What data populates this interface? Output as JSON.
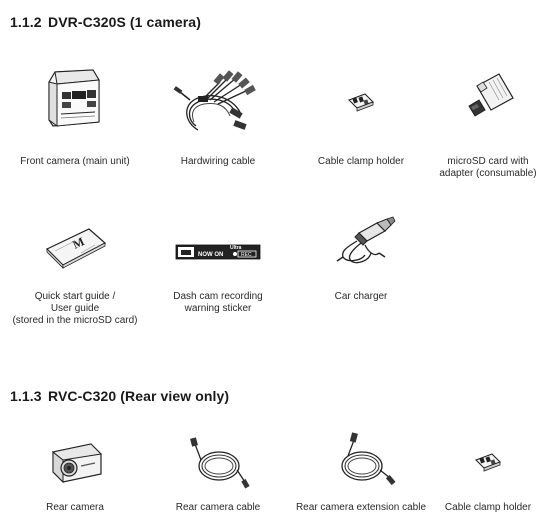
{
  "sections": [
    {
      "number": "1.1.2",
      "title": "DVR-C320S (1 camera)"
    },
    {
      "number": "1.1.3",
      "title": "RVC-C320 (Rear view only)"
    }
  ],
  "items_1": [
    {
      "icon": "front-camera-icon",
      "lines": [
        "Front camera (main unit)"
      ]
    },
    {
      "icon": "hardwiring-cable-icon",
      "lines": [
        "Hardwiring cable"
      ]
    },
    {
      "icon": "cable-clamp-holder-icon",
      "lines": [
        "Cable clamp holder"
      ]
    },
    {
      "icon": "microsd-card-icon",
      "lines": [
        "microSD card with",
        "adapter (consumable)"
      ]
    },
    {
      "icon": "quick-start-guide-icon",
      "lines": [
        "Quick start guide /",
        "User guide",
        "(stored in the microSD card)"
      ]
    },
    {
      "icon": "warning-sticker-icon",
      "lines": [
        "Dash cam recording",
        "warning sticker"
      ]
    },
    {
      "icon": "car-charger-icon",
      "lines": [
        "Car charger"
      ]
    }
  ],
  "items_2": [
    {
      "icon": "rear-camera-icon",
      "lines": [
        "Rear camera"
      ]
    },
    {
      "icon": "rear-camera-cable-icon",
      "lines": [
        "Rear camera cable"
      ]
    },
    {
      "icon": "rear-camera-extension-cable-icon",
      "lines": [
        "Rear camera extension cable"
      ]
    },
    {
      "icon": "cable-clamp-holder-icon",
      "lines": [
        "Cable clamp holder"
      ]
    }
  ],
  "sticker": {
    "brand": "Ultra",
    "text": "NOW ON",
    "rec": "REC"
  }
}
